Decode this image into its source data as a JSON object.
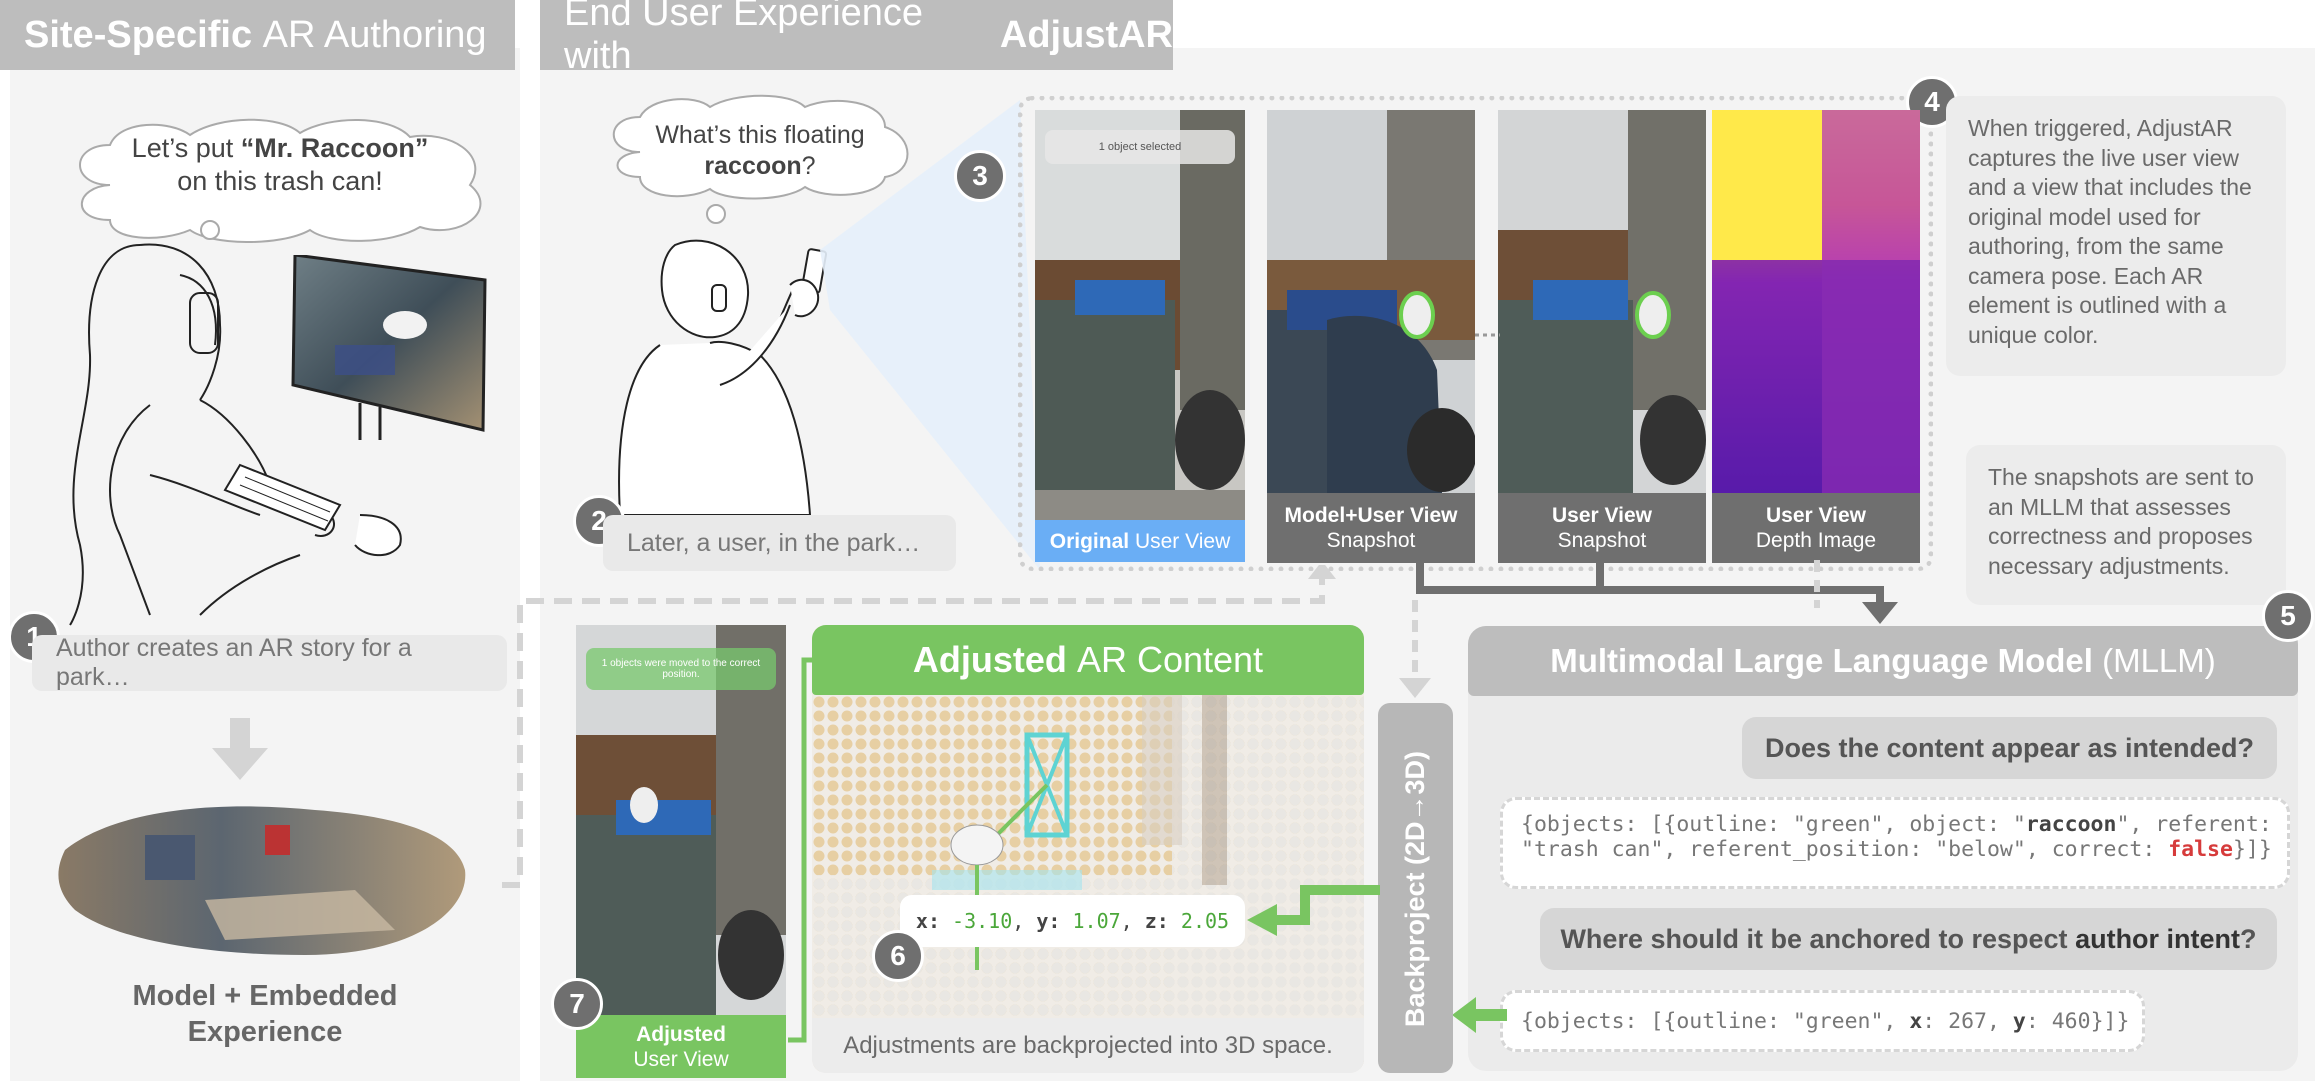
{
  "left_panel": {
    "header_pre": "Site-Specific",
    "header_post": "AR Authoring",
    "thought_line1": "Let’s put",
    "thought_bold": "“Mr. Raccoon”",
    "thought_line2": "on this trash can!",
    "step1_num": "1",
    "step1_text": "Author creates an AR story for a park…",
    "model_label_line1": "Model + Embedded",
    "model_label_line2": "Experience"
  },
  "right_panel": {
    "header_pre": "End User Experience with",
    "header_bold": "AdjustAR",
    "thought_line1": "What’s this floating",
    "thought_bold": "raccoon",
    "thought_end": "?",
    "step2_num": "2",
    "step2_text": "Later, a user, in the park…",
    "step3_num": "3",
    "step4_num": "4",
    "step5_num": "5",
    "step6_num": "6",
    "step7_num": "7",
    "overlay_selected": "1 object selected",
    "overlay_moved": "1 objects were moved to the correct position.",
    "cap_original_bold": "Original",
    "cap_original_rest": "User View",
    "cap_model_bold": "Model+User View",
    "cap_model_sub": "Snapshot",
    "cap_user_bold": "User View",
    "cap_user_sub": "Snapshot",
    "cap_depth_bold": "User View",
    "cap_depth_sub": "Depth Image",
    "note4": "When triggered, AdjustAR captures the live user view and a view that includes the original model used for authoring, from the same camera pose. Each AR element is outlined with a unique color.",
    "note5": "The snapshots are sent to an MLLM that assesses correctness and proposes necessary adjustments.",
    "mllm_bold": "Multimodal Large Language Model",
    "mllm_rest": "(MLLM)",
    "q1": "Does the content appear as intended?",
    "q2_pre": "Where should it be anchored to respect",
    "q2_bold": "author intent",
    "q2_end": "?",
    "code1_line1_pre": "{objects: [{outline: \"green\", object: \"",
    "code1_raccoon": "raccoon",
    "code1_line1_post": "\", referent:",
    "code1_line2_pre": "\"trash can\", referent_position: \"below\", correct: ",
    "code1_false": "false",
    "code1_line2_post": "}]}",
    "code2_pre": "{objects: [{outline: \"green\", ",
    "code2_x": "x",
    "code2_mid": ": 267, ",
    "code2_y": "y",
    "code2_end": ": 460}]}",
    "backproject_label": "Backproject (2D→3D)",
    "adjusted_bold": "Adjusted",
    "adjusted_rest": "AR Content",
    "coord_x_label": "x:",
    "coord_x_val": "-3.10",
    "coord_y_label": "y:",
    "coord_y_val": "1.07",
    "coord_z_label": "z:",
    "coord_z_val": "2.05",
    "adjust_caption": "Adjustments are backprojected into 3D space.",
    "cap_adjusted_bold": "Adjusted",
    "cap_adjusted_rest": "User View"
  },
  "colors": {
    "header_gray": "#bdbdbd",
    "accent_green": "#79c561",
    "accent_blue": "#6aaef5",
    "dark_caption": "#6f6f6f",
    "false_red": "#d63b3b"
  }
}
